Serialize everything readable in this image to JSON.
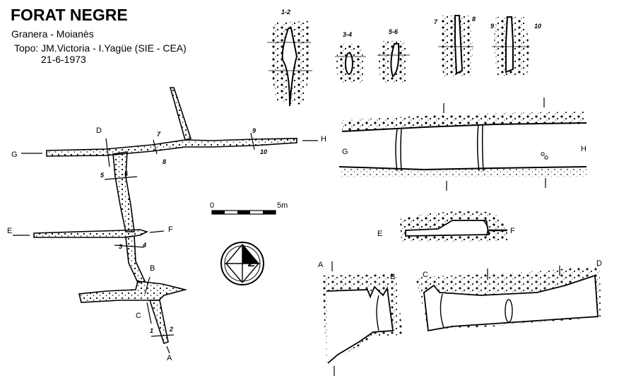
{
  "header": {
    "title": "FORAT NEGRE",
    "location": "Granera - Moianès",
    "credits": "Topo: JM.Victoria - I.Yagüe  (SIE - CEA)",
    "date": "21-6-1973"
  },
  "plan": {
    "points": {
      "A": "A",
      "B": "B",
      "C": "C",
      "D": "D",
      "E": "E",
      "F": "F",
      "G": "G",
      "H": "H"
    },
    "sections": [
      "1",
      "2",
      "3",
      "4",
      "5",
      "6",
      "7",
      "8",
      "9",
      "10"
    ]
  },
  "scale": {
    "start": "0",
    "end": "5m"
  },
  "compass": {
    "label": "N"
  },
  "cross_sections": {
    "s12": "1-2",
    "s34": "3-4",
    "s56": "5-6",
    "s7": "7",
    "s8": "8",
    "s9": "9",
    "s10": "10"
  },
  "profiles": {
    "gh": {
      "left": "G",
      "right": "H"
    },
    "ef": {
      "left": "E",
      "right": "F"
    },
    "ab": {
      "left": "A",
      "right": "B"
    },
    "cd": {
      "left": "C",
      "right": "D"
    }
  },
  "colors": {
    "ink": "#000000",
    "paper": "#ffffff",
    "rock": "#555555"
  }
}
